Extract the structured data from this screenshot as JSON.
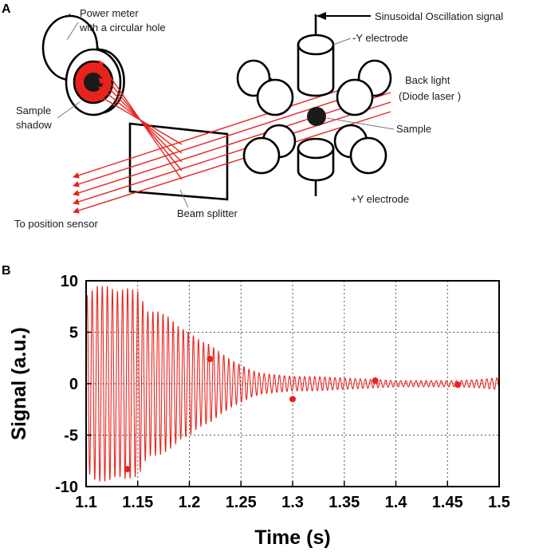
{
  "panel_a": {
    "label": "A",
    "power_meter_line1": "Power meter",
    "power_meter_line2": "with a circular hole",
    "shadow_line1": "Sample",
    "shadow_line2": "shadow",
    "signal": "Sinusoidal Oscillation signal",
    "minus_y": "-Y electrode",
    "backlight_line1": "Back light",
    "backlight_line2": "(Diode laser )",
    "sample": "Sample",
    "plus_y": "+Y electrode",
    "beam_splitter": "Beam splitter",
    "position_sensor": "To position sensor",
    "colors": {
      "laser": "#e8231d",
      "sample": "#1a1a1a"
    }
  },
  "panel_b": {
    "label": "B"
  },
  "chart_data": {
    "type": "line",
    "title": "",
    "xlabel": "Time (s)",
    "ylabel": "Signal (a.u.)",
    "xlim": [
      1.1,
      1.5
    ],
    "ylim": [
      -10,
      10
    ],
    "xticks": [
      "1.1",
      "1.15",
      "1.2",
      "1.25",
      "1.3",
      "1.35",
      "1.4",
      "1.45",
      "1.5"
    ],
    "yticks": [
      "10",
      "5",
      "0",
      "-5",
      "-10"
    ],
    "grid": true,
    "line_color": "#e8231d",
    "signal": {
      "waveform": "damped sinusoid",
      "oscillation_period_s": 0.0049,
      "amplitude_envelope": {
        "t": [
          1.1,
          1.11,
          1.12,
          1.13,
          1.14,
          1.15,
          1.16,
          1.17,
          1.18,
          1.19,
          1.2,
          1.21,
          1.22,
          1.23,
          1.24,
          1.25,
          1.26,
          1.27,
          1.28,
          1.29,
          1.3,
          1.32,
          1.34,
          1.36,
          1.38,
          1.4,
          1.42,
          1.44,
          1.46,
          1.48,
          1.5
        ],
        "amplitude": [
          8.5,
          9.5,
          9.5,
          9.0,
          9.3,
          9.0,
          7.0,
          7.0,
          6.5,
          5.5,
          5.0,
          4.2,
          3.8,
          3.0,
          2.3,
          1.8,
          1.3,
          1.0,
          0.9,
          0.8,
          0.7,
          0.7,
          0.6,
          0.5,
          0.4,
          0.3,
          0.3,
          0.3,
          0.3,
          0.4,
          0.6
        ]
      }
    },
    "markers": [
      {
        "x": 1.14,
        "y": -8.3
      },
      {
        "x": 1.22,
        "y": 2.4
      },
      {
        "x": 1.3,
        "y": -1.5
      },
      {
        "x": 1.38,
        "y": 0.3
      },
      {
        "x": 1.46,
        "y": -0.1
      }
    ]
  }
}
